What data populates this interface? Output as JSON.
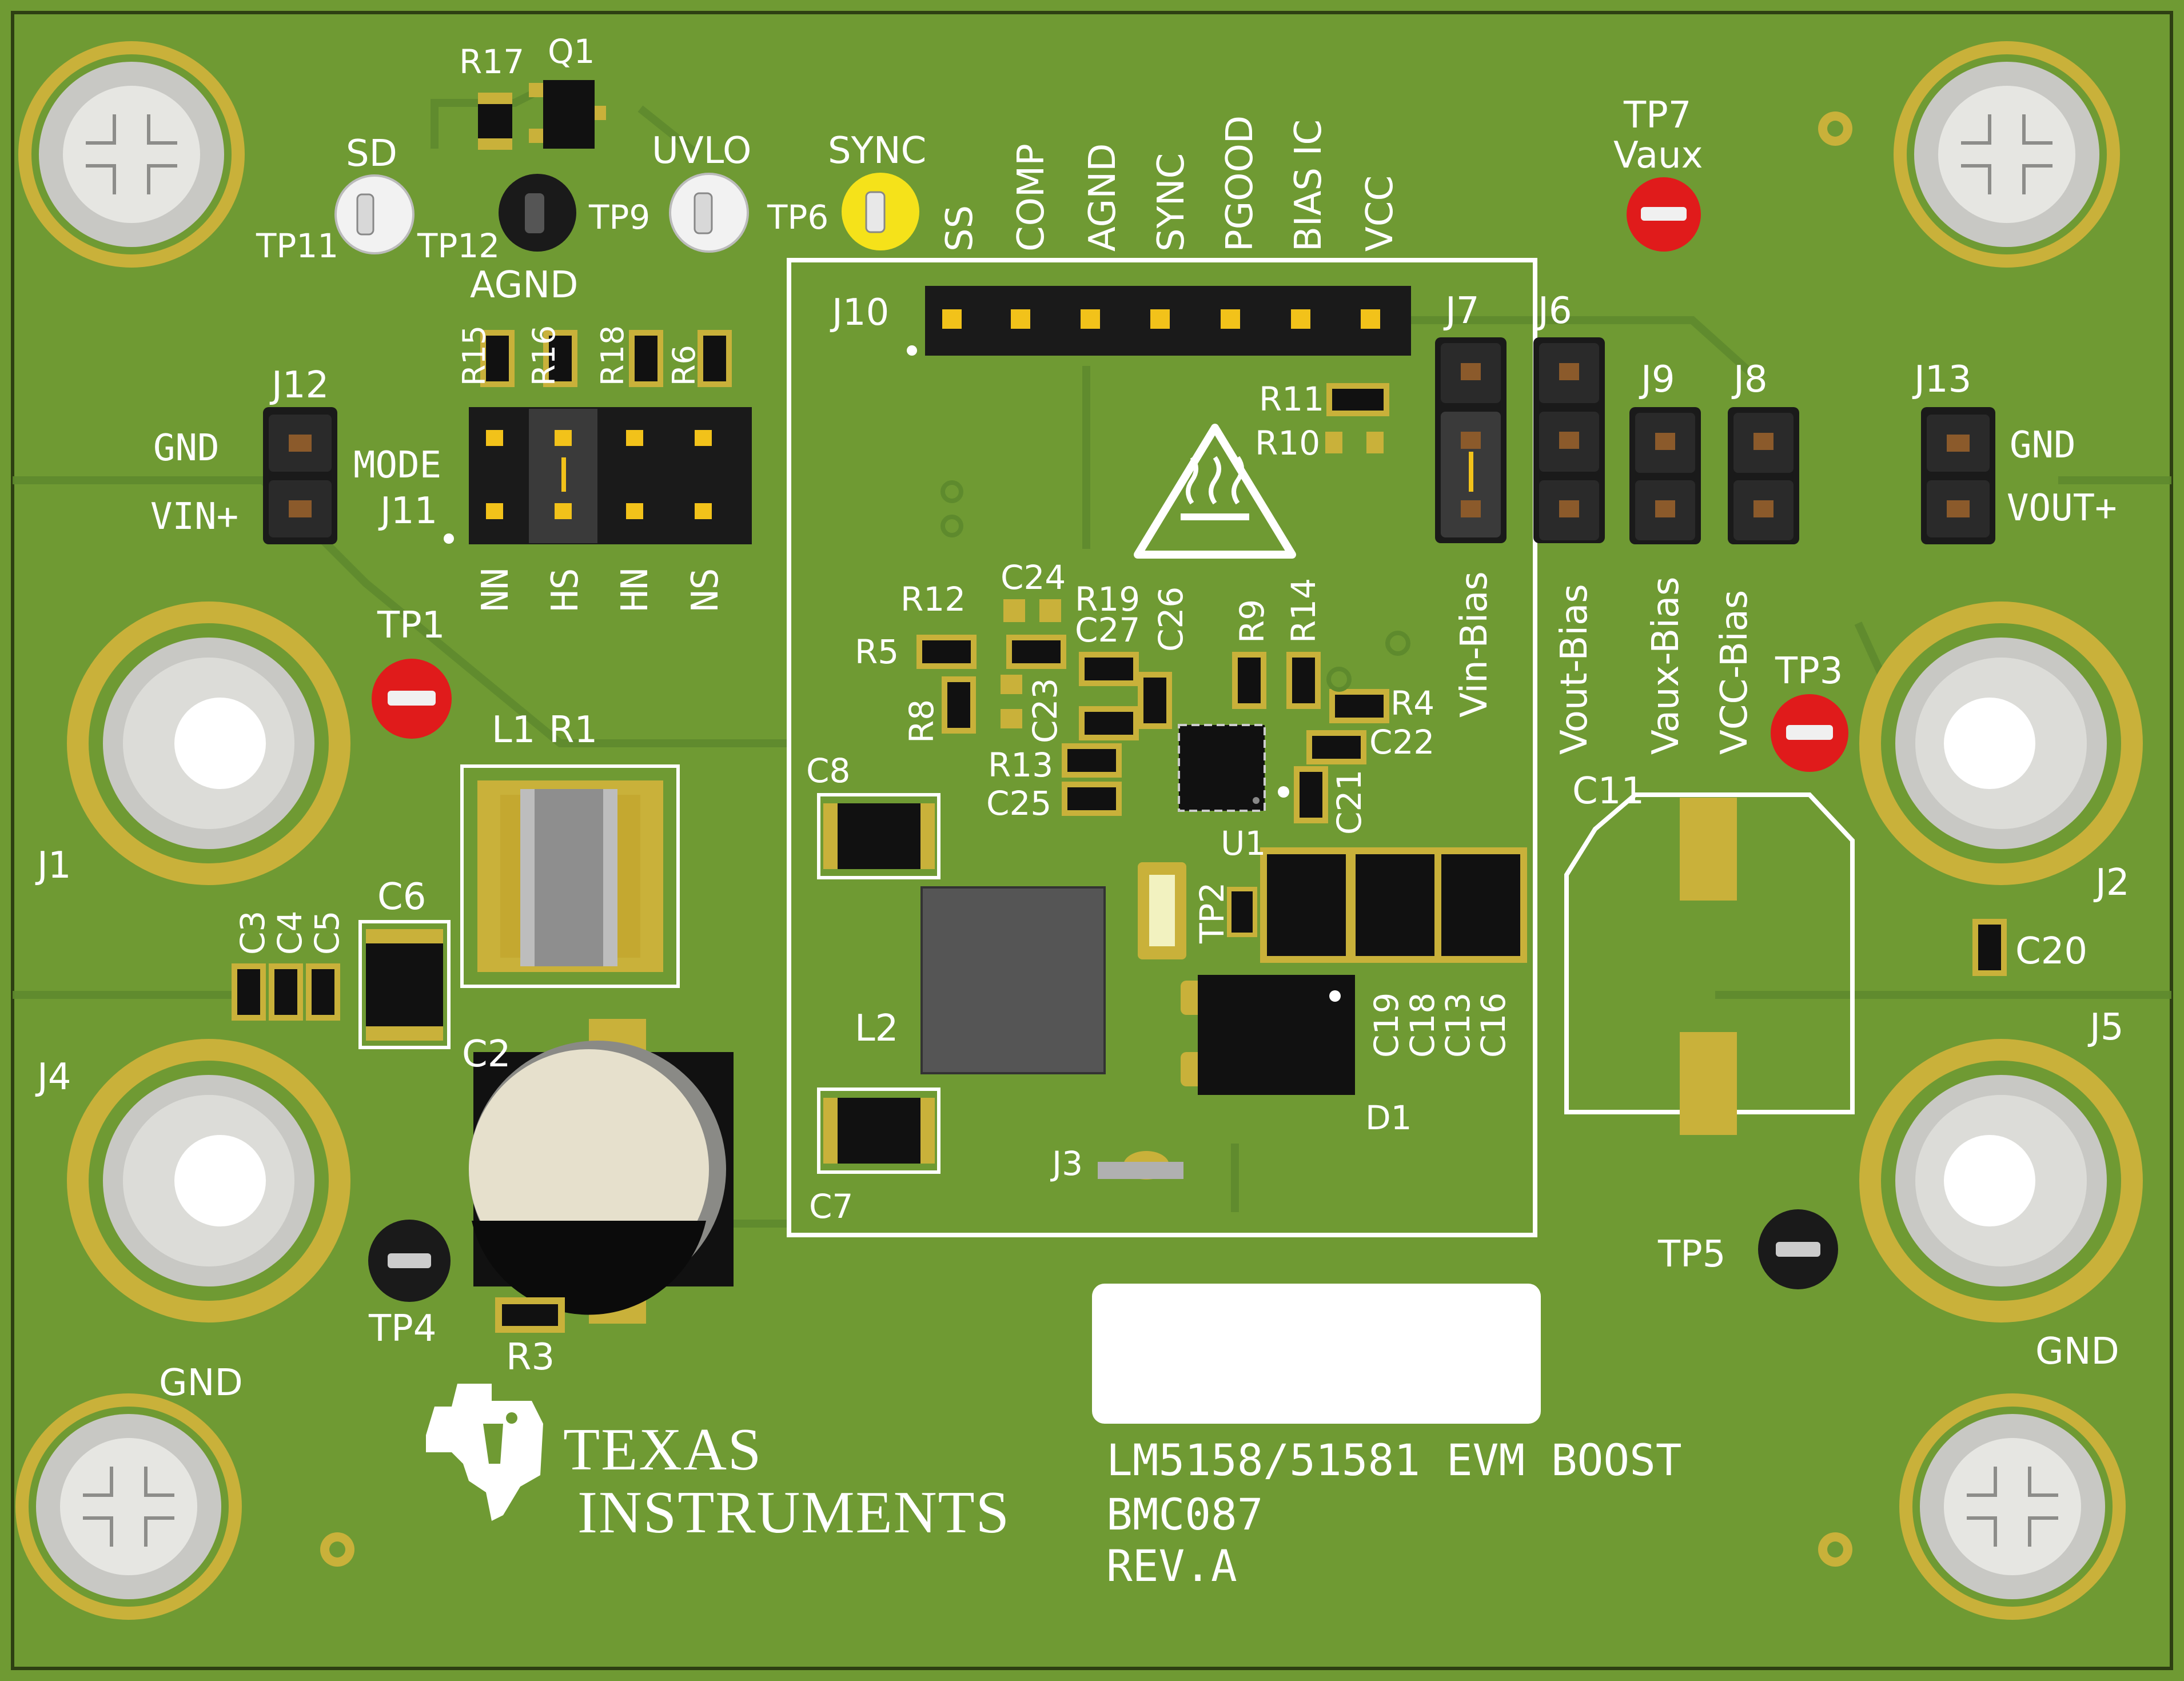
{
  "board": {
    "name": "LM5158/51581 EVM BOOST",
    "part_number": "BMC087",
    "revision": "REV.A",
    "logo_text_line1": "TEXAS",
    "logo_text_line2": "INSTRUMENTS"
  },
  "colors": {
    "board": "#6f9a33",
    "copper_pour": "#5e8a2d",
    "gold": "#c9b13a",
    "silkscreen": "#ffffff",
    "outline": "#2d3f12"
  },
  "labels": {
    "sd": "SD",
    "uvlo": "UVLO",
    "sync": "SYNC",
    "agnd": "AGND",
    "mode": "MODE",
    "gnd_left": "GND",
    "vin": "VIN+",
    "gnd_right": "GND",
    "vout": "VOUT+",
    "gnd_bottom_left": "GND",
    "gnd_bottom_right": "GND",
    "vin_bias": "Vin-Bias",
    "vout_bias": "Vout-Bias",
    "vaux_bias": "Vaux-Bias",
    "vcc_bias": "VCC-Bias",
    "vaux": "Vaux",
    "mode_nn": "NN",
    "mode_hs": "HS",
    "mode_hn": "HN",
    "mode_ns": "NS"
  },
  "j10_pins": [
    "SS",
    "COMP",
    "AGND",
    "SYNC",
    "PGOOD",
    "BIAS IC",
    "VCC"
  ],
  "refdes": {
    "r17": "R17",
    "q1": "Q1",
    "tp11": "TP11",
    "tp12": "TP12",
    "tp9": "TP9",
    "tp6": "TP6",
    "tp7": "TP7",
    "tp1": "TP1",
    "tp3": "TP3",
    "tp4": "TP4",
    "tp5": "TP5",
    "tp2": "TP2",
    "j1": "J1",
    "j2": "J2",
    "j3": "J3",
    "j4": "J4",
    "j5": "J5",
    "j6": "J6",
    "j7": "J7",
    "j8": "J8",
    "j9": "J9",
    "j10": "J10",
    "j11": "J11",
    "j12": "J12",
    "j13": "J13",
    "r15": "R15",
    "r16": "R16",
    "r18": "R18",
    "r6": "R6",
    "r11": "R11",
    "r10": "R10",
    "r12": "R12",
    "c24": "C24",
    "r19": "R19",
    "c27": "C27",
    "c26": "C26",
    "r9": "R9",
    "r14": "R14",
    "r5": "R5",
    "r8": "R8",
    "c23": "C23",
    "r4": "R4",
    "c22": "C22",
    "r13": "R13",
    "c25": "C25",
    "c21": "C21",
    "u1": "U1",
    "c8": "C8",
    "c7": "C7",
    "l1": "L1",
    "r1": "R1",
    "l2": "L2",
    "c3": "C3",
    "c4": "C4",
    "c5": "C5",
    "c6": "C6",
    "c2": "C2",
    "r3": "R3",
    "c11": "C11",
    "c20": "C20",
    "c19": "C19",
    "c18": "C18",
    "c13": "C13",
    "c16": "C16",
    "d1": "D1"
  }
}
